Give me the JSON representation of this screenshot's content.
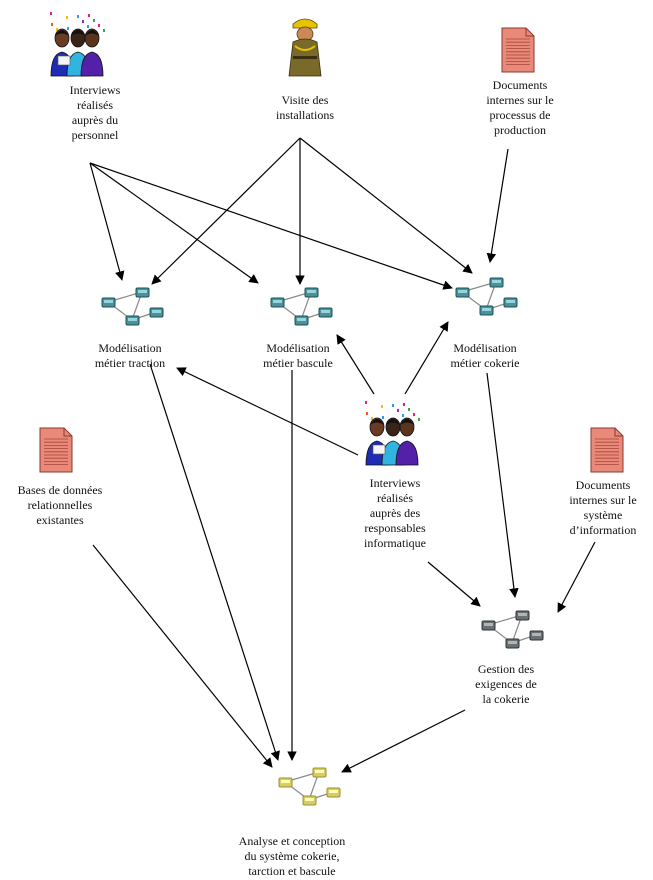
{
  "nodes": {
    "interviews_personnel": {
      "lines": [
        "Interviews",
        "réalisés",
        "auprès du",
        "personnel"
      ],
      "icon": "people-group-icon"
    },
    "visite_installations": {
      "lines": [
        "Visite des",
        "installations"
      ],
      "icon": "worker-icon"
    },
    "documents_production": {
      "lines": [
        "Documents",
        "internes sur le",
        "processus de",
        "production"
      ],
      "icon": "document-icon"
    },
    "modelisation_traction": {
      "lines": [
        "Modélisation",
        "métier traction"
      ],
      "icon": "network-model-icon"
    },
    "modelisation_bascule": {
      "lines": [
        "Modélisation",
        "métier bascule"
      ],
      "icon": "network-model-icon"
    },
    "modelisation_cokerie": {
      "lines": [
        "Modélisation",
        "métier cokerie"
      ],
      "icon": "network-model-icon"
    },
    "bases_donnees": {
      "lines": [
        "Bases de données",
        "relationnelles",
        "existantes"
      ],
      "icon": "document-icon"
    },
    "interviews_informatique": {
      "lines": [
        "Interviews",
        "réalisés",
        "auprès des",
        "responsables",
        "informatique"
      ],
      "icon": "people-group-icon"
    },
    "documents_si": {
      "lines": [
        "Documents",
        "internes sur le",
        "système",
        "d’information"
      ],
      "icon": "document-icon"
    },
    "gestion_exigences": {
      "lines": [
        "Gestion des",
        "exigences de",
        "la cokerie"
      ],
      "icon": "network-model-icon"
    },
    "analyse_conception": {
      "lines": [
        "Analyse et conception",
        "du système cokerie,",
        "tarction et bascule"
      ],
      "icon": "network-model-icon"
    }
  },
  "edges": [
    {
      "from": "interviews_personnel",
      "to": "modelisation_traction"
    },
    {
      "from": "interviews_personnel",
      "to": "modelisation_bascule"
    },
    {
      "from": "interviews_personnel",
      "to": "modelisation_cokerie"
    },
    {
      "from": "visite_installations",
      "to": "modelisation_traction"
    },
    {
      "from": "visite_installations",
      "to": "modelisation_bascule"
    },
    {
      "from": "visite_installations",
      "to": "modelisation_cokerie"
    },
    {
      "from": "documents_production",
      "to": "modelisation_cokerie"
    },
    {
      "from": "interviews_informatique",
      "to": "modelisation_traction"
    },
    {
      "from": "interviews_informatique",
      "to": "modelisation_bascule"
    },
    {
      "from": "interviews_informatique",
      "to": "modelisation_cokerie"
    },
    {
      "from": "interviews_informatique",
      "to": "gestion_exigences"
    },
    {
      "from": "modelisation_cokerie",
      "to": "gestion_exigences"
    },
    {
      "from": "documents_si",
      "to": "gestion_exigences"
    },
    {
      "from": "modelisation_traction",
      "to": "analyse_conception"
    },
    {
      "from": "modelisation_bascule",
      "to": "analyse_conception"
    },
    {
      "from": "bases_donnees",
      "to": "analyse_conception"
    },
    {
      "from": "gestion_exigences",
      "to": "analyse_conception"
    }
  ],
  "colors": {
    "model_teal": "#4f8f95",
    "model_gray": "#6a6f72",
    "model_yellow": "#d8cc6a",
    "document": "#e8897a"
  }
}
